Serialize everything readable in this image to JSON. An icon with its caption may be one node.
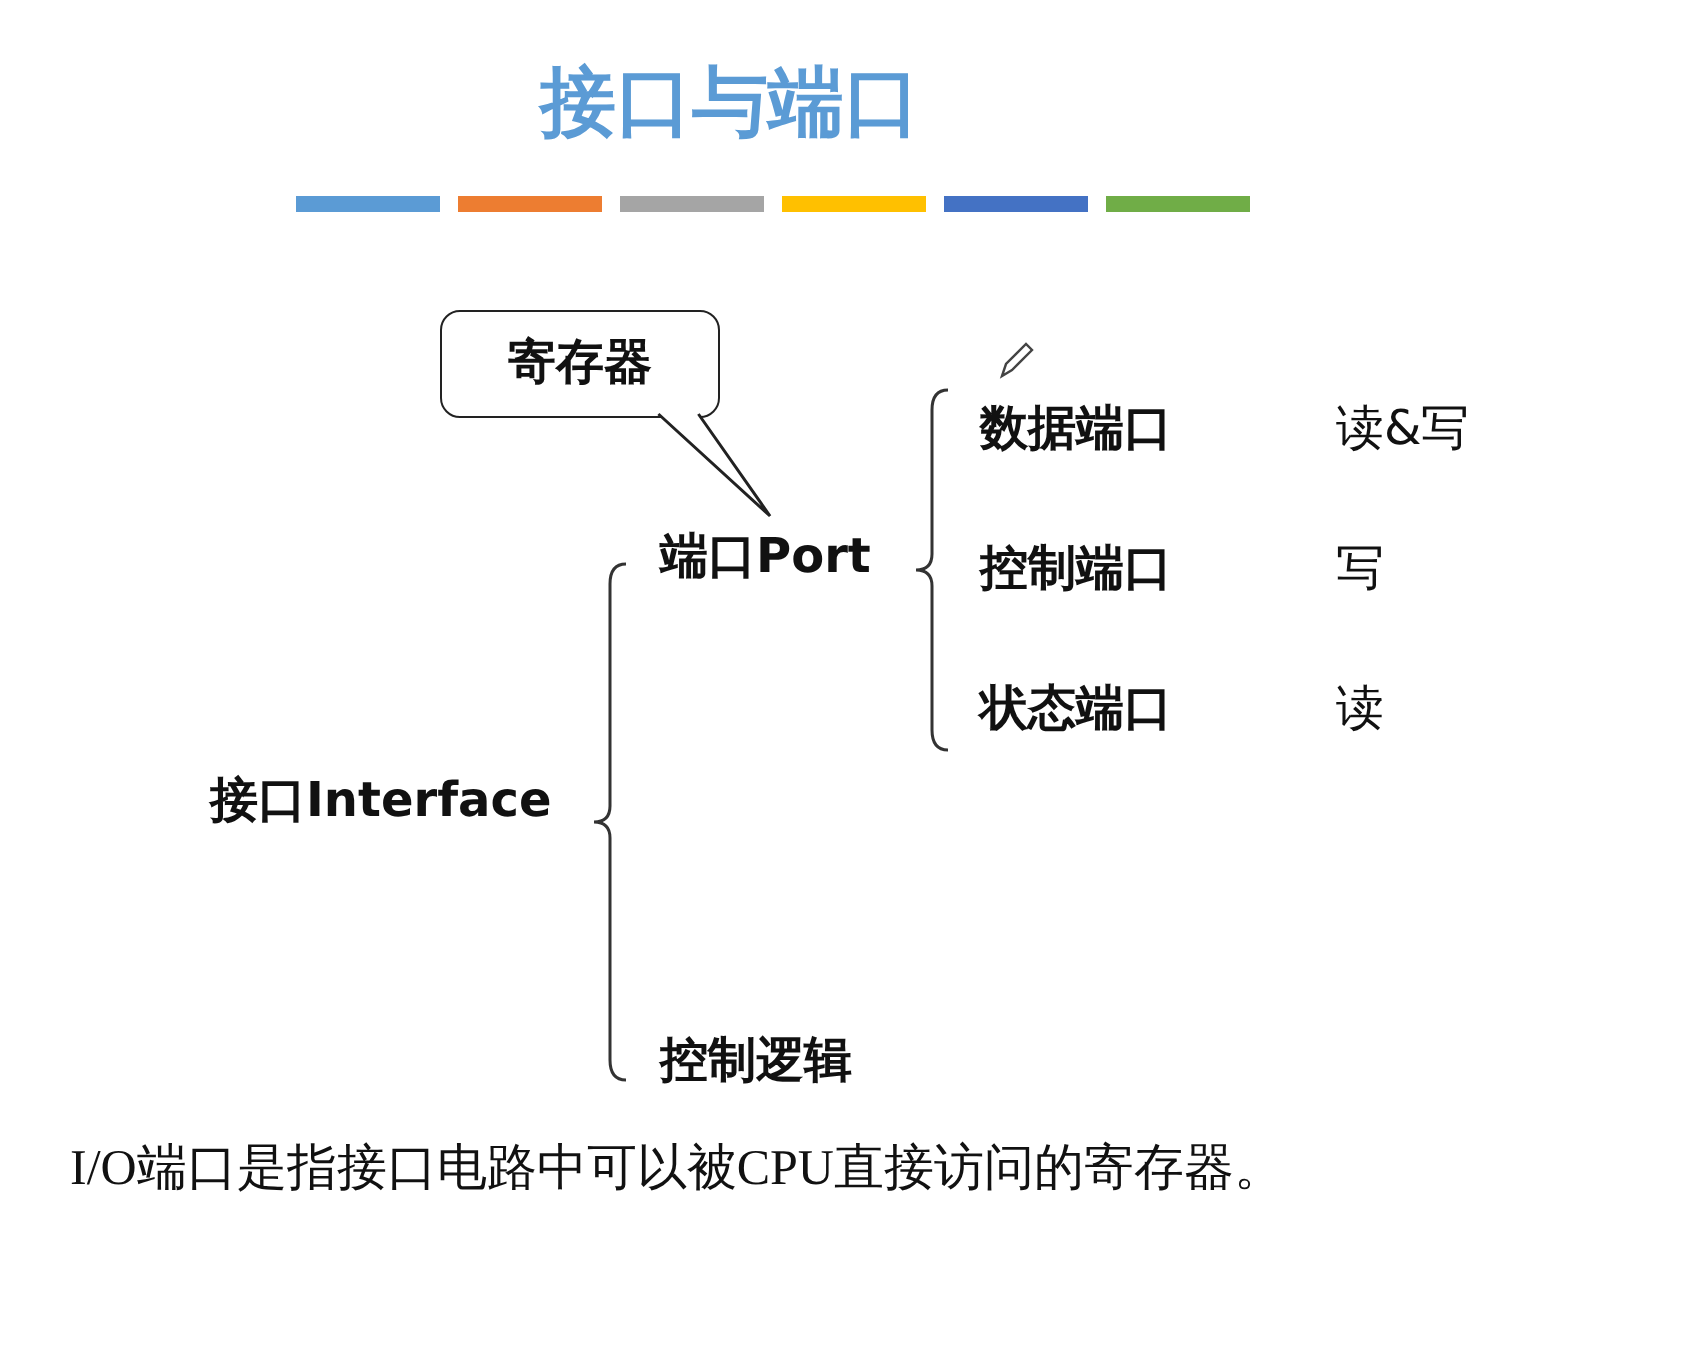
{
  "diagram": {
    "title": "接口与端口",
    "nodes": [
      {
        "text": [
          "寄存器"
        ]
      },
      {
        "text": [
          "端口Port"
        ]
      },
      {
        "text": [
          "数据端口"
        ]
      },
      {
        "text": [
          "控制端口"
        ]
      },
      {
        "text": [
          "状态端口"
        ]
      },
      {
        "text": [
          "接口Interface"
        ]
      },
      {
        "text": [
          "控制逻辑"
        ]
      }
    ],
    "edges": [
      {
        "from": 0,
        "to": 1,
        "arrow": "none"
      }
    ],
    "labels": [
      "读&写",
      "写",
      "读"
    ],
    "caption": "I/O端口是指接口电路中可以被CPU直接访问的寄存器。"
  }
}
